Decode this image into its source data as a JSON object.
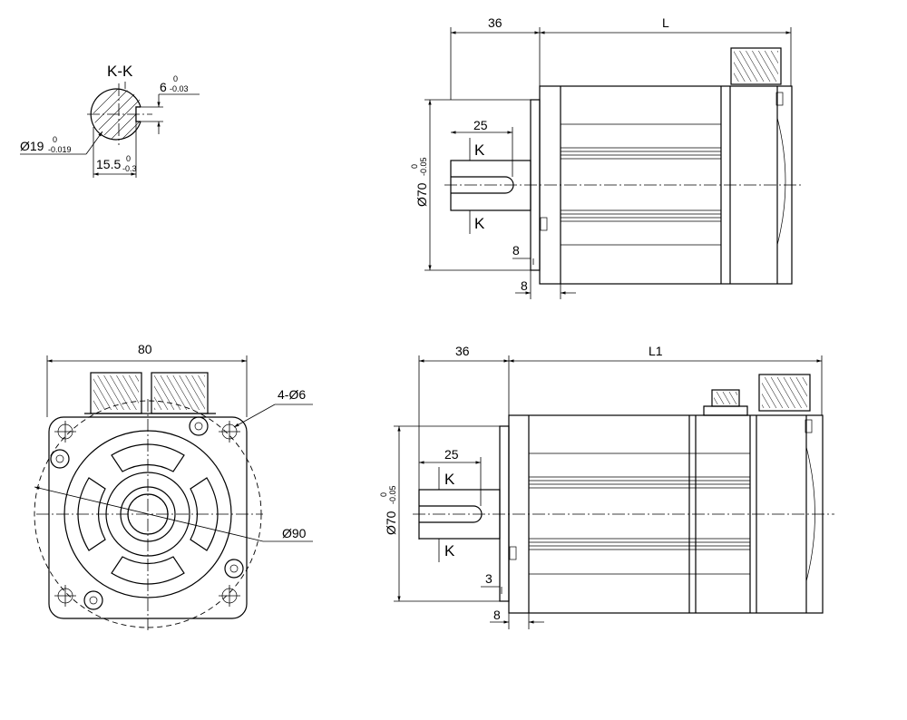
{
  "section": {
    "title": "K-K"
  },
  "labels": {
    "key_width": "6",
    "key_width_upper": "0",
    "key_width_lower": "-0.03",
    "shaft_dia": "19",
    "shaft_dia_upper": "0",
    "shaft_dia_lower": "-0.019",
    "key_depth": "15.5",
    "key_depth_upper": "0",
    "key_depth_lower": "-0.3",
    "diameter_symbol": "Ø",
    "shaft_len_1": "36",
    "body_len_1": "L",
    "key_len_1": "25",
    "section_mark": "K",
    "pilot_dia": "70",
    "pilot_upper": "0",
    "pilot_lower": "-0.05",
    "flange_thk_1": "8",
    "step_1": "8",
    "flange_width": "80",
    "holes": "4-Ø6",
    "pcd": "Ø90",
    "shaft_len_2": "36",
    "body_len_2": "L1",
    "key_len_2": "25",
    "step_2": "3",
    "flange_thk_2": "8"
  }
}
